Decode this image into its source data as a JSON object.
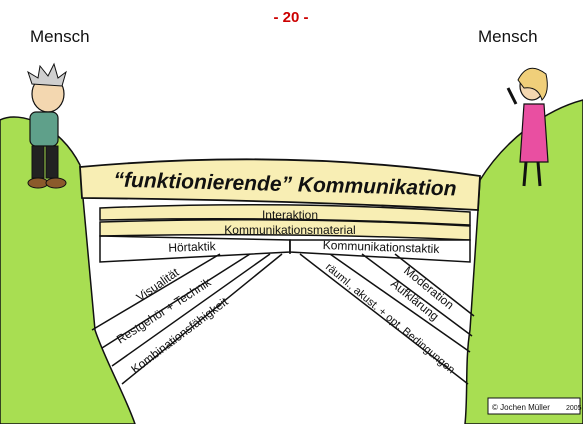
{
  "page_number": "- 20 -",
  "left_label": "Mensch",
  "right_label": "Mensch",
  "bridge_title": "“funktionierende” Kommunikation",
  "layers": {
    "interaction": "Interaktion",
    "material": "Kommunikationsmaterial",
    "left_arch": "Hörtaktik",
    "right_arch": "Kommunikationstaktik"
  },
  "left_pillar": [
    "Visualität",
    "Restgehör + Technik",
    "Kombinationsfähigkeit"
  ],
  "right_pillar": [
    "Moderation",
    "Aufklärung",
    "räuml., akust. + opt. Bedingungen"
  ],
  "copyright": "© Jochen Müller",
  "year": "2005",
  "colors": {
    "hill": "#a8de52",
    "bridge": "#f8eeb4",
    "page_number": "#cc0000",
    "outline": "#111111"
  }
}
